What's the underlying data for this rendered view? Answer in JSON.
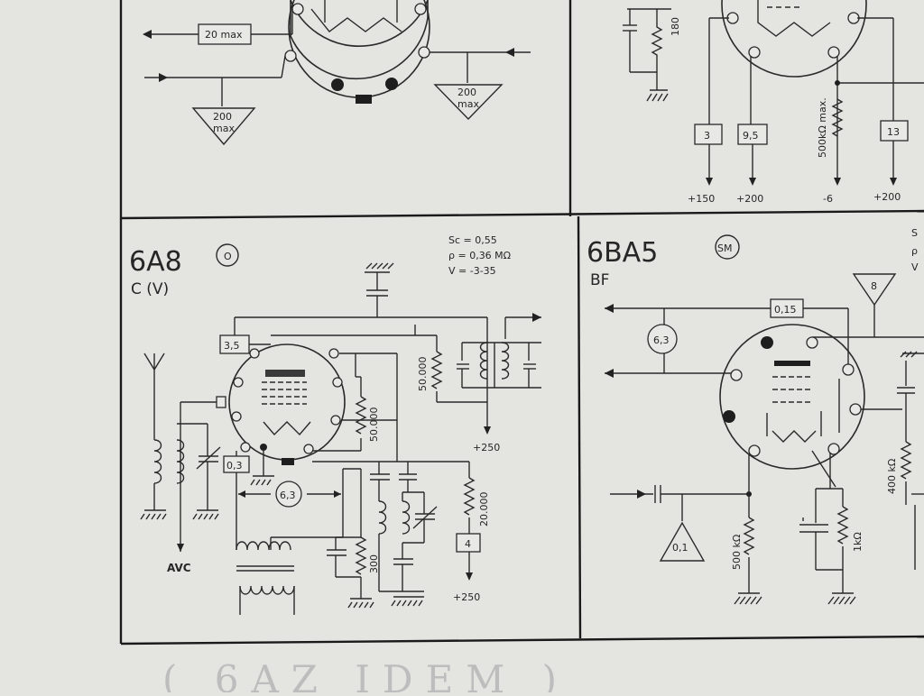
{
  "top_left": {
    "box_20": "20 max",
    "tri_left": [
      "200",
      "max"
    ],
    "tri_right": [
      "200",
      "max"
    ]
  },
  "top_right": {
    "resistor_180": "180",
    "box_3": "3",
    "box_95": "9,5",
    "box_13": "13",
    "label_500k": "500kΩ max.",
    "v_150": "+150",
    "v_200a": "+200",
    "v_m6": "-6",
    "v_200b": "+200"
  },
  "tube_6a8": {
    "name": "6A8",
    "base": "O",
    "function": "C (V)",
    "spec_sc": "Sc = 0,55",
    "spec_rho": "ρ = 0,36 MΩ",
    "spec_v": "V = -3-35",
    "box_35": "3,5",
    "box_03": "0,3",
    "box_63": "6,3",
    "r_50000_a": "50.000",
    "r_50000_b": "50.000",
    "r_300": "300",
    "r_20000": "20.000",
    "box_4": "4",
    "v_250a": "+250",
    "v_250b": "+250",
    "avc": "AVC"
  },
  "tube_6ba5": {
    "name": "6BA5",
    "base": "SM",
    "function": "BF",
    "box_015": "0,15",
    "tri_8": "8",
    "circ_63": "6,3",
    "tri_01": "0,1",
    "r_500k": "500 kΩ",
    "r_1k": "1kΩ",
    "r_400k": "400 kΩ",
    "spec_partial": [
      "S",
      "ρ",
      "V"
    ]
  },
  "footer_handwriting": "( 6AZ IDEM )"
}
